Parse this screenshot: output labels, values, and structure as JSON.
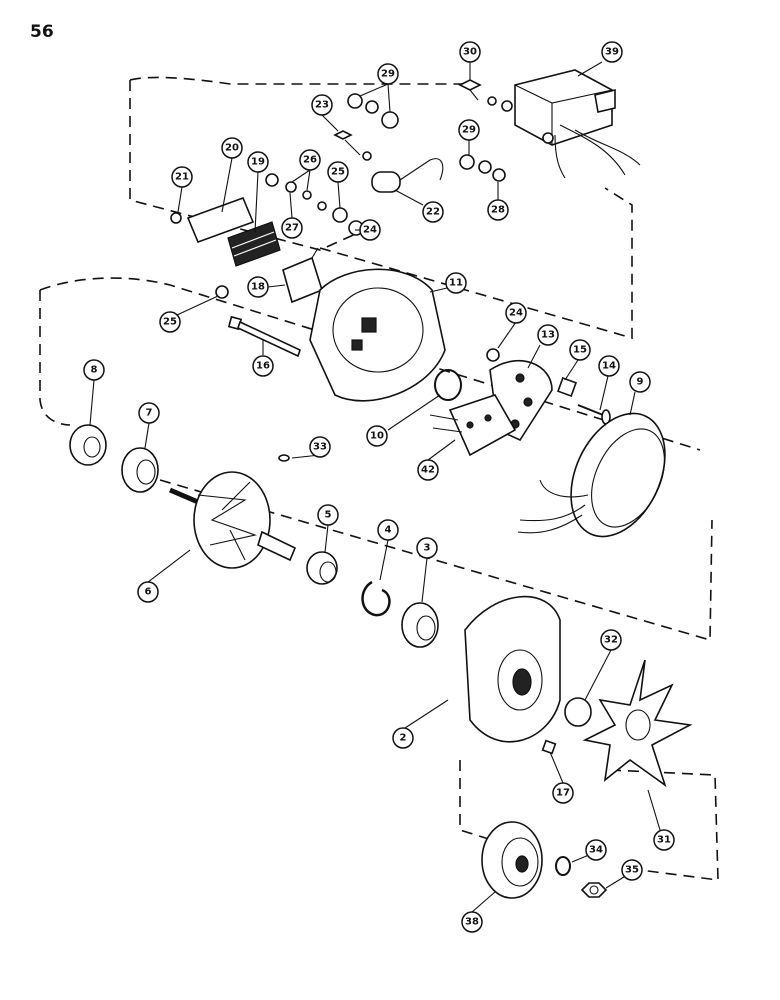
{
  "page": {
    "number": "56"
  },
  "callouts": [
    {
      "id": "39",
      "label": "39"
    },
    {
      "id": "30",
      "label": "30"
    },
    {
      "id": "29a",
      "label": "29"
    },
    {
      "id": "29b",
      "label": "29"
    },
    {
      "id": "23",
      "label": "23"
    },
    {
      "id": "26",
      "label": "26"
    },
    {
      "id": "25a",
      "label": "25"
    },
    {
      "id": "27",
      "label": "27"
    },
    {
      "id": "20",
      "label": "20"
    },
    {
      "id": "19",
      "label": "19"
    },
    {
      "id": "21",
      "label": "21"
    },
    {
      "id": "22",
      "label": "22"
    },
    {
      "id": "28",
      "label": "28"
    },
    {
      "id": "24a",
      "label": "24"
    },
    {
      "id": "18",
      "label": "18"
    },
    {
      "id": "25b",
      "label": "25"
    },
    {
      "id": "11",
      "label": "11"
    },
    {
      "id": "16",
      "label": "16"
    },
    {
      "id": "24b",
      "label": "24"
    },
    {
      "id": "13",
      "label": "13"
    },
    {
      "id": "15",
      "label": "15"
    },
    {
      "id": "14",
      "label": "14"
    },
    {
      "id": "9",
      "label": "9"
    },
    {
      "id": "8",
      "label": "8"
    },
    {
      "id": "7",
      "label": "7"
    },
    {
      "id": "10",
      "label": "10"
    },
    {
      "id": "33",
      "label": "33"
    },
    {
      "id": "42",
      "label": "42"
    },
    {
      "id": "5",
      "label": "5"
    },
    {
      "id": "4",
      "label": "4"
    },
    {
      "id": "3",
      "label": "3"
    },
    {
      "id": "6",
      "label": "6"
    },
    {
      "id": "32",
      "label": "32"
    },
    {
      "id": "2",
      "label": "2"
    },
    {
      "id": "17",
      "label": "17"
    },
    {
      "id": "31",
      "label": "31"
    },
    {
      "id": "34",
      "label": "34"
    },
    {
      "id": "35",
      "label": "35"
    },
    {
      "id": "38",
      "label": "38"
    }
  ]
}
